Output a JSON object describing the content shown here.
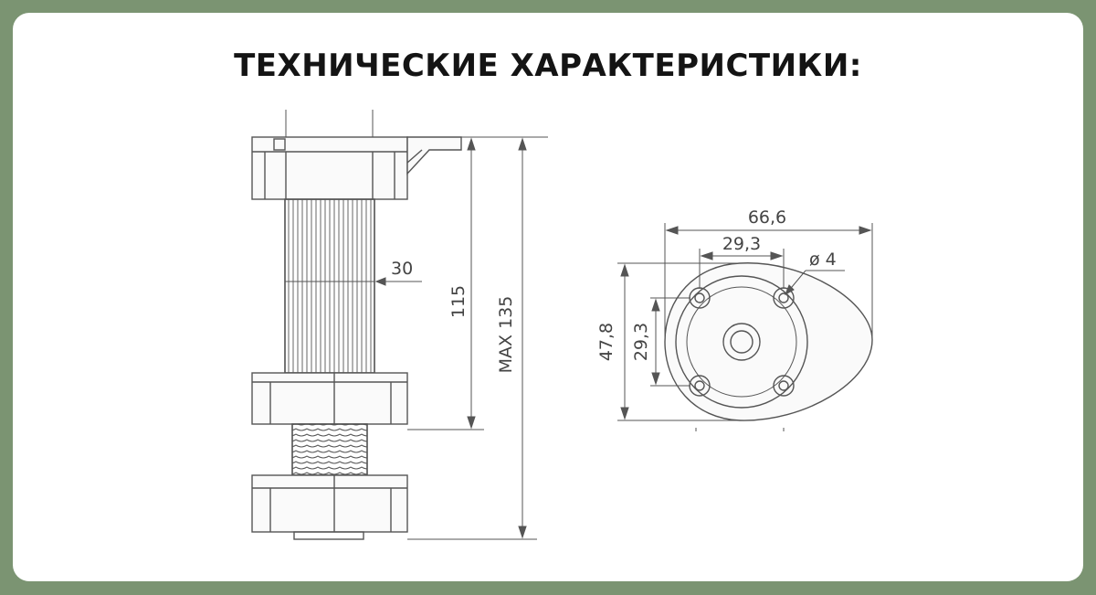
{
  "page": {
    "title": "ТЕХНИЧЕСКИЕ ХАРАКТЕРИСТИКИ:"
  },
  "side_view": {
    "dimensions": {
      "diameter": "30",
      "body_height": "115",
      "max_height": "MAX 135"
    }
  },
  "top_view": {
    "dimensions": {
      "overall_width": "66,6",
      "hole_spacing_x": "29,3",
      "hole_diameter": "ø 4",
      "overall_depth": "47,8",
      "hole_spacing_y": "29,3"
    }
  },
  "colors": {
    "background": "#7b9472",
    "card": "#ffffff",
    "title": "#141414",
    "line": "#555555"
  }
}
